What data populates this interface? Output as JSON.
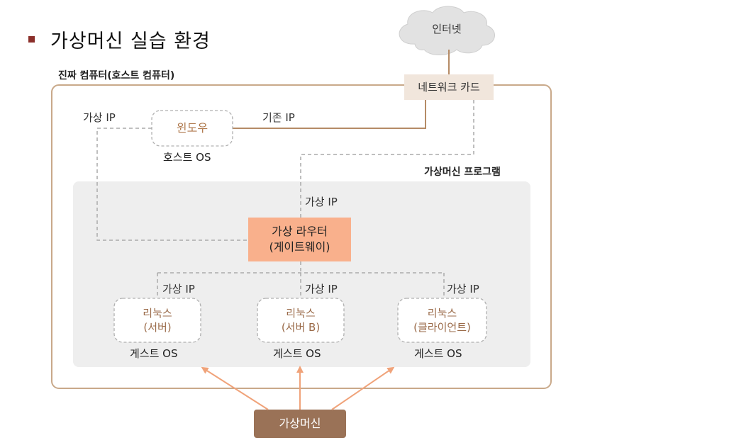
{
  "title": "가상머신 실습 환경",
  "host_computer_label": "진짜 컴퓨터(호스트 컴퓨터)",
  "vm_program_label": "가상머신 프로그램",
  "internet": "인터넷",
  "network_card": "네트워크 카드",
  "windows": {
    "name": "윈도우",
    "os_label": "호스트 OS"
  },
  "labels": {
    "virtual_ip_host": "가상 IP",
    "existing_ip": "기존 IP",
    "virtual_ip_router": "가상 IP",
    "virtual_ip_vm1": "가상 IP",
    "virtual_ip_vm2": "가상 IP",
    "virtual_ip_vm3": "가상 IP"
  },
  "router": {
    "line1": "가상 라우터",
    "line2": "(게이트웨이)"
  },
  "vms": [
    {
      "line1": "리눅스",
      "line2": "(서버)",
      "os_label": "게스트  OS"
    },
    {
      "line1": "리눅스",
      "line2": "(서버 B)",
      "os_label": "게스트  OS"
    },
    {
      "line1": "리눅스",
      "line2": "(클라이언트)",
      "os_label": "게스트  OS"
    }
  ],
  "bottom_label": "가상머신",
  "colors": {
    "bullet": "#8b2f2a",
    "host_border": "#c9a98a",
    "vm_area": "#eeeeee",
    "router_fill": "#f9b08c",
    "nic_fill": "#f1e6dc",
    "bottom_fill": "#9a7257",
    "arrow": "#f0a37a",
    "dashed": "#aaaaaa",
    "solid_line": "#b58b66"
  }
}
